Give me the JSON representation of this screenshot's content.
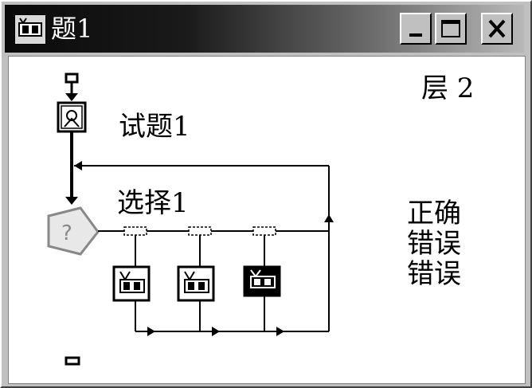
{
  "window": {
    "title": "题1"
  },
  "titlebar_buttons": {
    "minimize": "_",
    "maximize": "□",
    "close": "X"
  },
  "content": {
    "layer_label": "层 2",
    "question_label": "试题1",
    "choice_label": "选择1",
    "results": [
      "正确",
      "错误",
      "错误"
    ]
  },
  "icons": {
    "app": "map-icon",
    "question": "quiz-icon",
    "decision": "decision-icon",
    "branches": [
      "map-icon",
      "map-icon",
      "map-icon-selected"
    ]
  }
}
